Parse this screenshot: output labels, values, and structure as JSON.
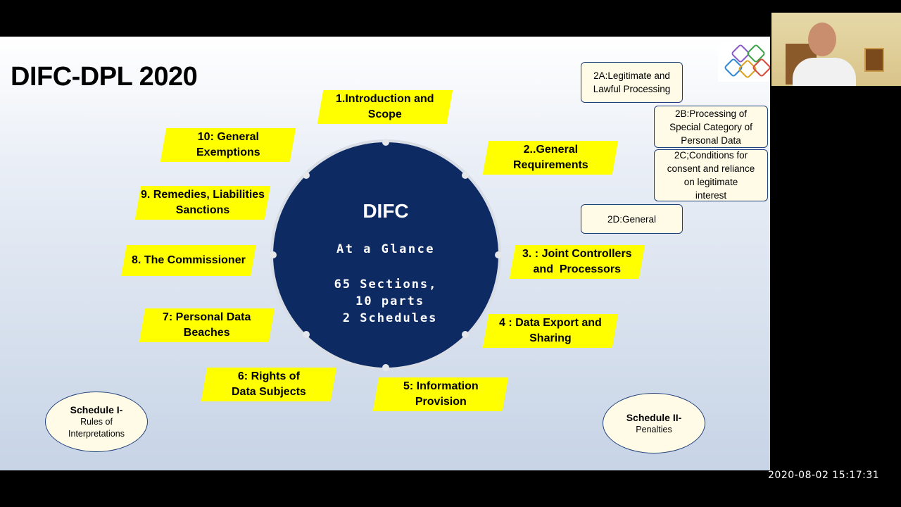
{
  "slide": {
    "title": "DIFC-DPL 2020",
    "center": {
      "title": "DIFC",
      "subtitle": "At a Glance",
      "details": "65 Sections,\n 10 parts\n 2 Schedules"
    },
    "parts": [
      {
        "id": "p1",
        "label": "1.Introduction and\nScope"
      },
      {
        "id": "p2",
        "label": "2..General\nRequirements"
      },
      {
        "id": "p3",
        "label": "3. : Joint Controllers\nand  Processors"
      },
      {
        "id": "p4",
        "label": "4 : Data Export and\nSharing"
      },
      {
        "id": "p5",
        "label": "5: Information\nProvision"
      },
      {
        "id": "p6",
        "label": "6: Rights of\nData Subjects"
      },
      {
        "id": "p7",
        "label": "7: Personal Data\nBeaches"
      },
      {
        "id": "p8",
        "label": "8. The Commissioner"
      },
      {
        "id": "p9",
        "label": "9. Remedies, Liabilities\nSanctions"
      },
      {
        "id": "p10",
        "label": "10: General\nExemptions"
      }
    ],
    "subparts": [
      {
        "id": "2a",
        "label": "2A:Legitimate and\nLawful Processing"
      },
      {
        "id": "2b",
        "label": "2B:Processing of\nSpecial Category of\nPersonal Data"
      },
      {
        "id": "2c",
        "label": "2C;Conditions for\nconsent and reliance\non legitimate\ninterest"
      },
      {
        "id": "2d",
        "label": "2D:General"
      }
    ],
    "schedules": [
      {
        "id": "s1",
        "title": "Schedule I-",
        "note": "Rules of\nInterpretations"
      },
      {
        "id": "s2",
        "title": "Schedule II-",
        "note": "Penalties"
      }
    ]
  },
  "timestamp": "2020-08-02 15:17:31",
  "colors": {
    "circle": "#0d2a63",
    "tag": "#ffff00",
    "box_border": "#1f3f78",
    "box_fill": "#fffbe6"
  },
  "icons": {
    "logo": "hexagon-cluster-logo",
    "video": "presenter-video-thumbnail"
  }
}
